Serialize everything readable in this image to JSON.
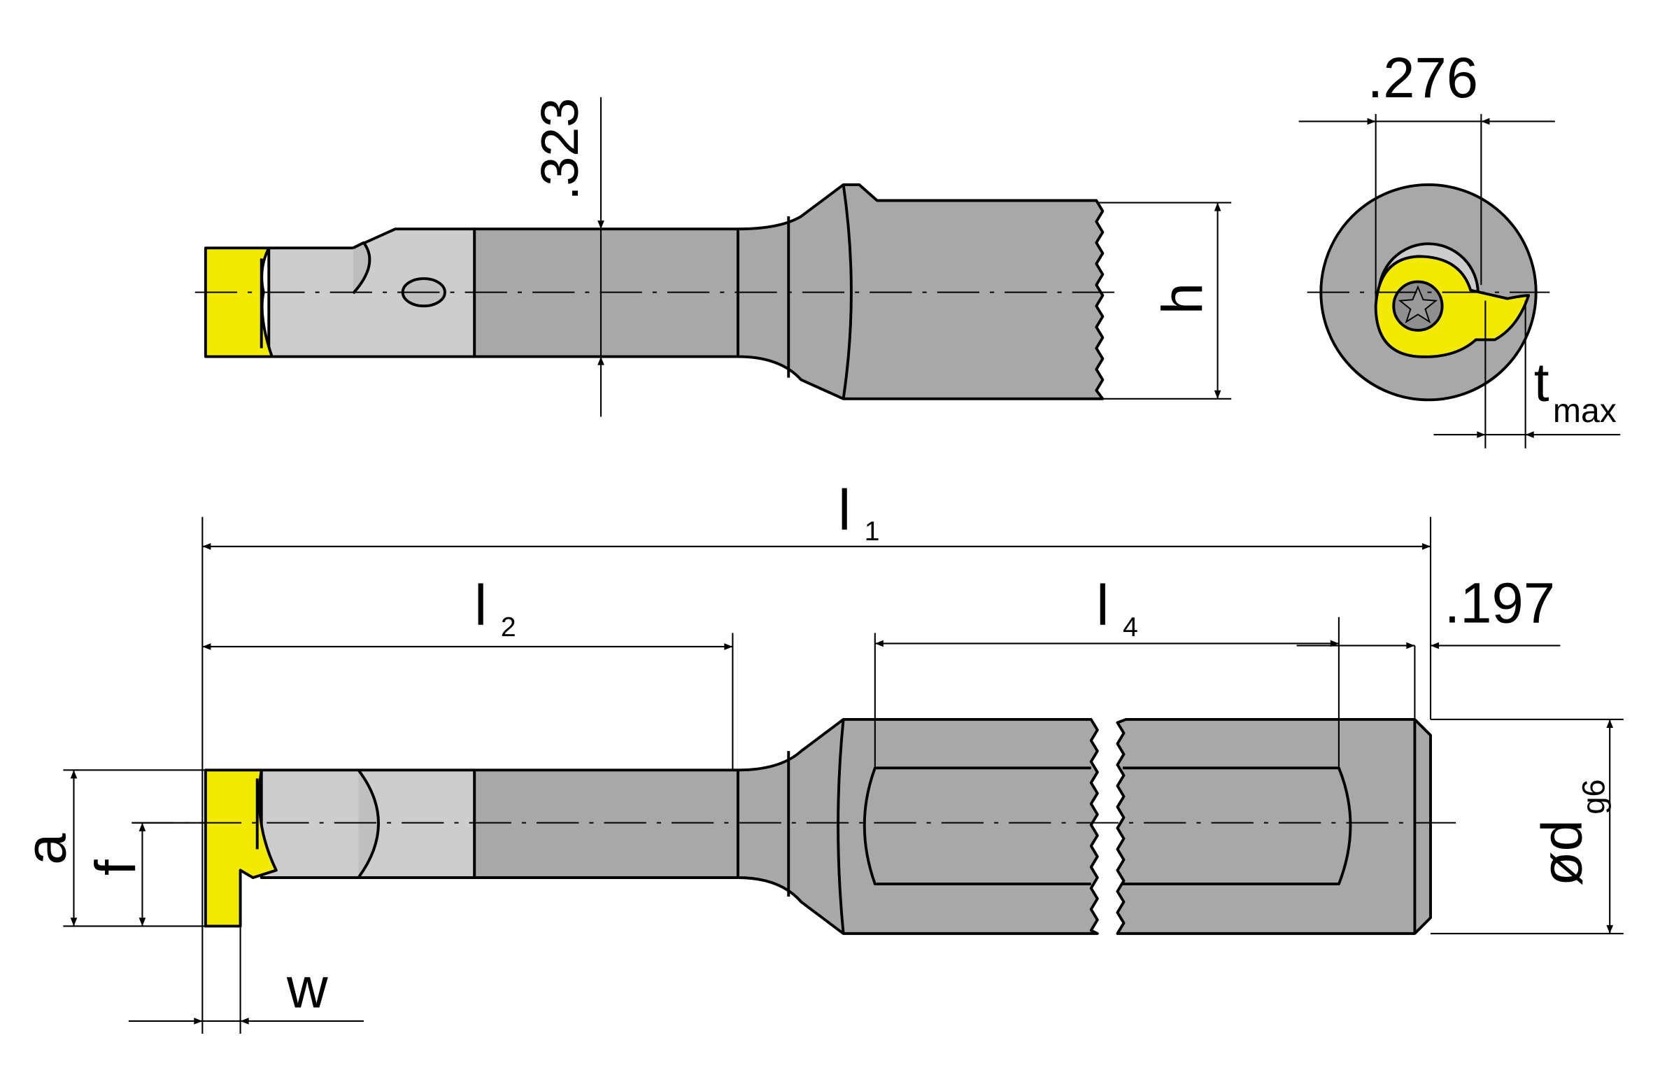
{
  "colors": {
    "shank": "#a8a8a8",
    "neck": "#cdcdcd",
    "insert": "#f2ea00",
    "line": "#000000"
  },
  "top_view": {
    "dim_neck": ".323",
    "dim_height": "h"
  },
  "end_view": {
    "dim_width": ".276",
    "dim_depth_main": "t",
    "dim_depth_sub": "max"
  },
  "side_view": {
    "l1_main": "l",
    "l1_sub": "1",
    "l2_main": "l",
    "l2_sub": "2",
    "l4_main": "l",
    "l4_sub": "4",
    "dim_end": ".197",
    "diameter_main": "ød",
    "diameter_sub": "g6",
    "dim_a": "a",
    "dim_f": "f",
    "dim_w": "w"
  }
}
